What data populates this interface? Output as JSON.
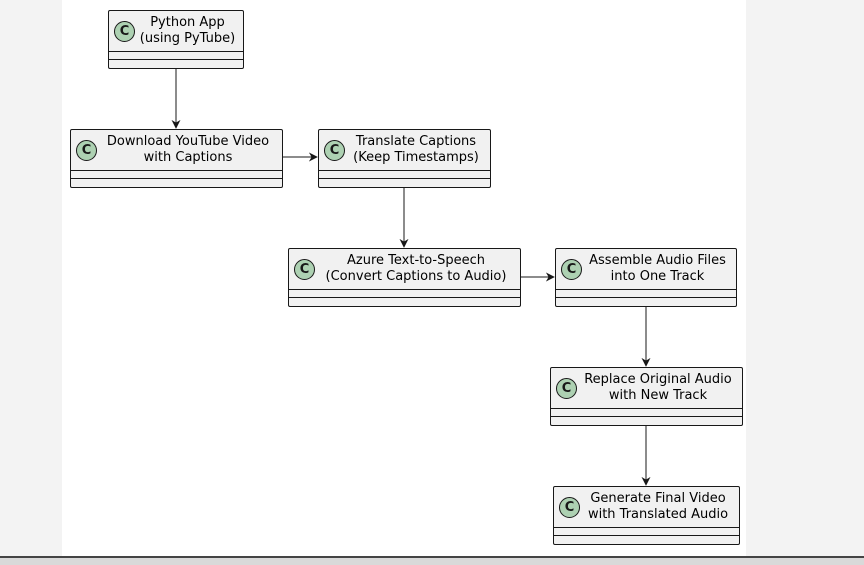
{
  "diagram": {
    "icon_letter": "C",
    "colors": {
      "node_fill": "#f1f1f1",
      "icon_fill": "#add1b2",
      "stroke": "#181818"
    },
    "nodes": [
      {
        "id": "python-app",
        "lines": [
          "Python App",
          "(using PyTube)"
        ]
      },
      {
        "id": "download-video",
        "lines": [
          "Download YouTube Video",
          "with Captions"
        ]
      },
      {
        "id": "translate-captions",
        "lines": [
          "Translate Captions",
          "(Keep Timestamps)"
        ]
      },
      {
        "id": "azure-tts",
        "lines": [
          "Azure Text-to-Speech",
          "(Convert Captions to Audio)"
        ]
      },
      {
        "id": "assemble-audio",
        "lines": [
          "Assemble Audio Files",
          "into One Track"
        ]
      },
      {
        "id": "replace-audio",
        "lines": [
          "Replace Original Audio",
          "with New Track"
        ]
      },
      {
        "id": "generate-video",
        "lines": [
          "Generate Final Video",
          "with Translated Audio"
        ]
      }
    ],
    "edges": [
      {
        "from": "python-app",
        "to": "download-video"
      },
      {
        "from": "download-video",
        "to": "translate-captions"
      },
      {
        "from": "translate-captions",
        "to": "azure-tts"
      },
      {
        "from": "azure-tts",
        "to": "assemble-audio"
      },
      {
        "from": "assemble-audio",
        "to": "replace-audio"
      },
      {
        "from": "replace-audio",
        "to": "generate-video"
      }
    ]
  }
}
